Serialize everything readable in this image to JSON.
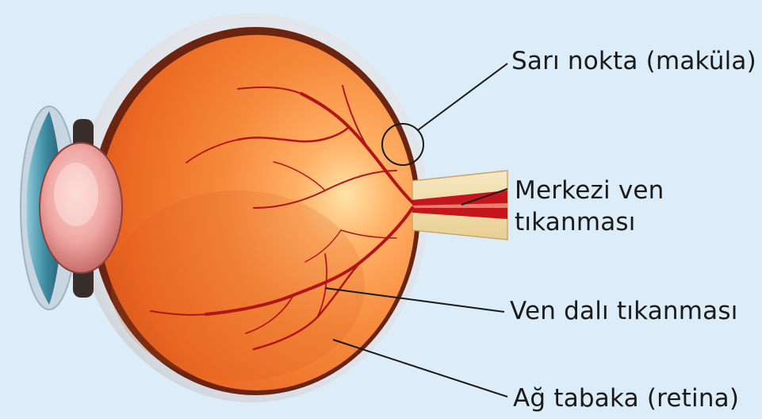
{
  "labels": {
    "macula": "Sarı nokta (maküla)",
    "central_vein_line1": "Merkezi ven",
    "central_vein_line2": "tıkanması",
    "branch_vein": "Ven dalı tıkanması",
    "retina": "Ağ tabaka (retina)"
  },
  "colors": {
    "background": "#dcecf8",
    "sclera": "#e6e9ee",
    "retina_orange": "#f07a2e",
    "retina_highlight": "#ffd59a",
    "vessel": "#c4161c",
    "optic_nerve": "#f3dfb0",
    "iris": "#3f8fa6",
    "lens": "#f0a8a6",
    "leader_line": "#1a1a1a"
  }
}
